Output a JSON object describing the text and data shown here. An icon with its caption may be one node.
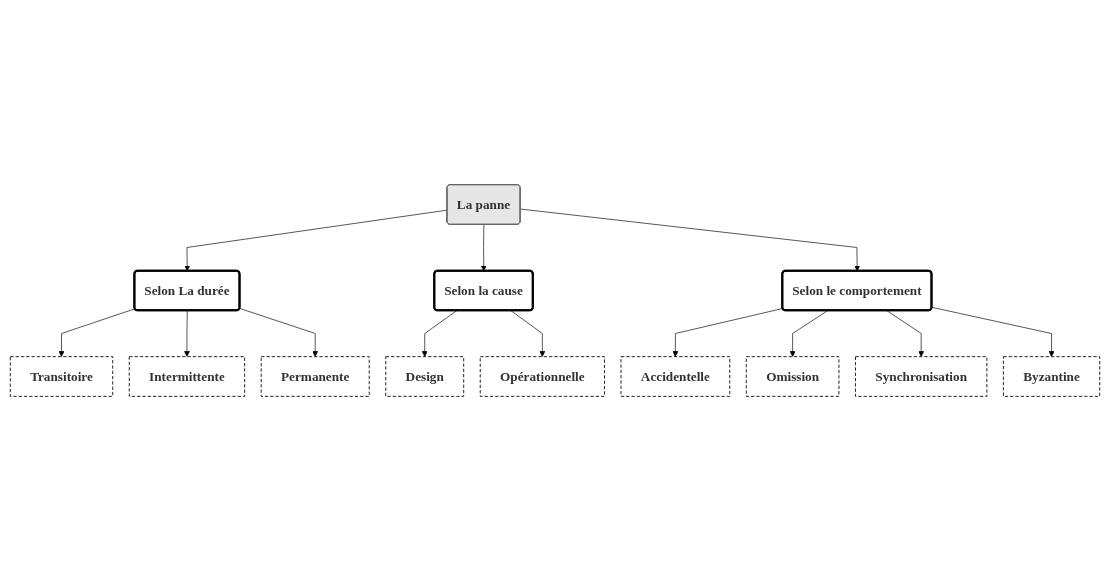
{
  "diagram": {
    "nodes": [
      {
        "text": [
          "La panne"
        ]
      },
      {
        "text": [
          "Selon La durée"
        ]
      },
      {
        "text": [
          "Selon la cause"
        ]
      },
      {
        "text": [
          "Selon le comportement"
        ]
      },
      {
        "text": [
          "Transitoire"
        ]
      },
      {
        "text": [
          "Intermittente"
        ]
      },
      {
        "text": [
          "Permanente"
        ]
      },
      {
        "text": [
          "Design"
        ]
      },
      {
        "text": [
          "Opérationnelle"
        ]
      },
      {
        "text": [
          "Accidentelle"
        ]
      },
      {
        "text": [
          "Omission"
        ]
      },
      {
        "text": [
          "Synchronisation"
        ]
      },
      {
        "text": [
          "Byzantine"
        ]
      }
    ],
    "edges": [
      {
        "from": 0,
        "to": 1,
        "arrow": "to"
      },
      {
        "from": 0,
        "to": 2,
        "arrow": "to"
      },
      {
        "from": 0,
        "to": 3,
        "arrow": "to"
      },
      {
        "from": 1,
        "to": 4,
        "arrow": "to"
      },
      {
        "from": 1,
        "to": 5,
        "arrow": "to"
      },
      {
        "from": 1,
        "to": 6,
        "arrow": "to"
      },
      {
        "from": 2,
        "to": 7,
        "arrow": "to"
      },
      {
        "from": 2,
        "to": 8,
        "arrow": "to"
      },
      {
        "from": 3,
        "to": 9,
        "arrow": "to"
      },
      {
        "from": 3,
        "to": 10,
        "arrow": "to"
      },
      {
        "from": 3,
        "to": 11,
        "arrow": "to"
      },
      {
        "from": 3,
        "to": 12,
        "arrow": "to"
      }
    ]
  }
}
